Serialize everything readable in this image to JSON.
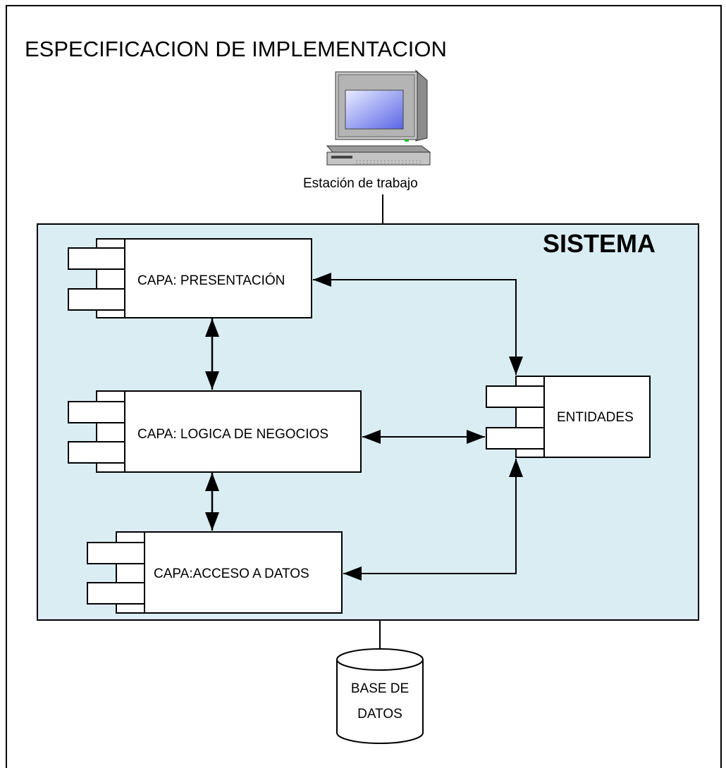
{
  "title": "ESPECIFICACION DE IMPLEMENTACION",
  "workstation": {
    "label": "Estación de trabajo",
    "icon": "computer-workstation-icon"
  },
  "system": {
    "label": "SISTEMA",
    "fill": "#daedf3"
  },
  "components": {
    "presentation": "CAPA: PRESENTACIÓN",
    "business_logic": "CAPA: LOGICA DE NEGOCIOS",
    "data_access": "CAPA:ACCESO A DATOS",
    "entities": "ENTIDADES"
  },
  "database": {
    "line1": "BASE DE",
    "line2": "DATOS",
    "icon": "database-cylinder-icon"
  }
}
